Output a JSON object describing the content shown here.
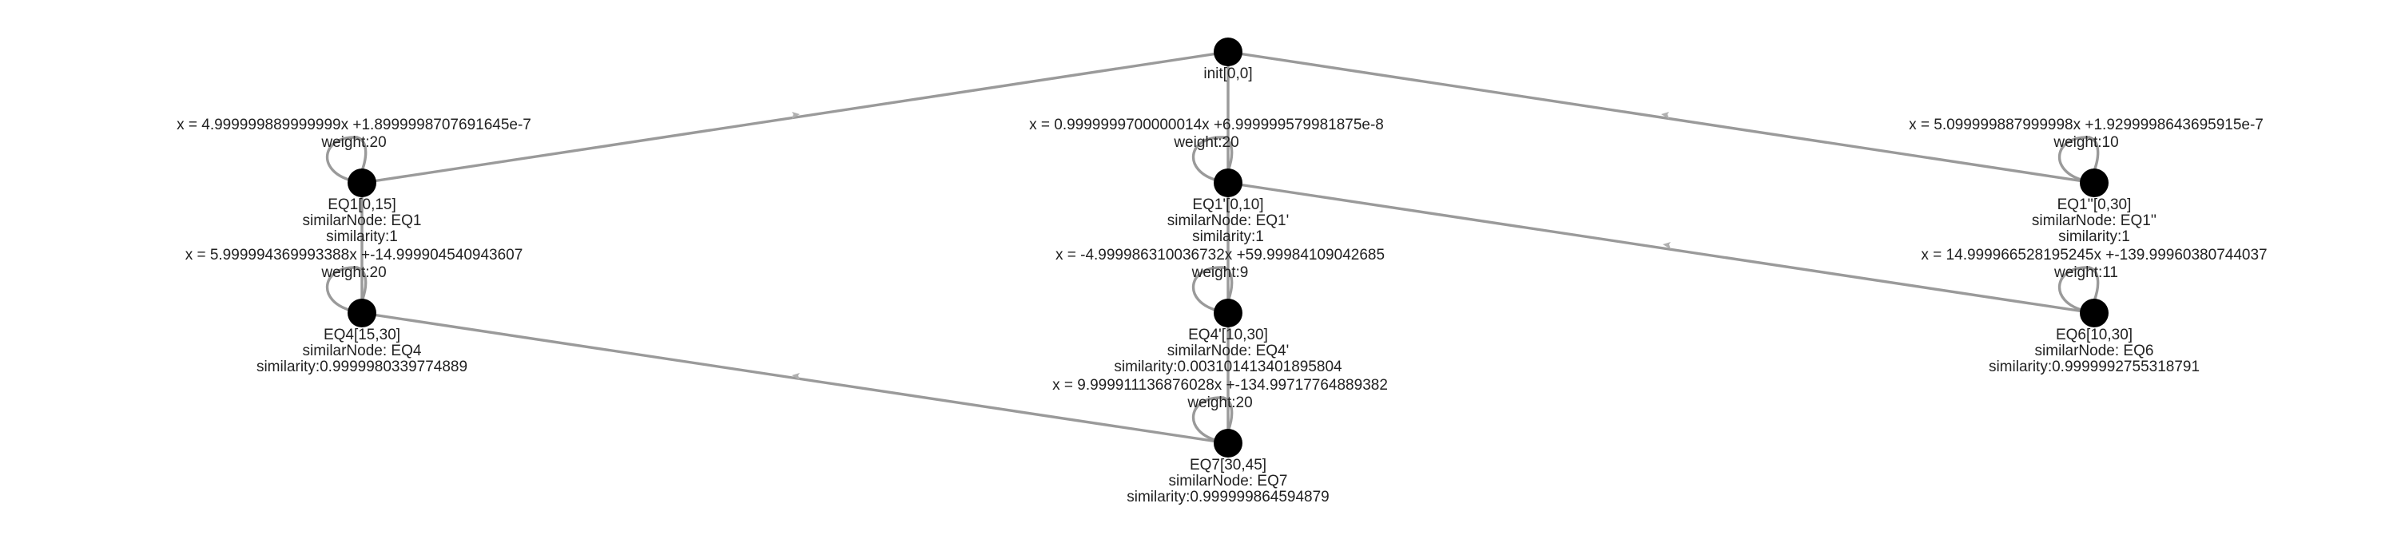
{
  "nodes": {
    "init": {
      "label": "init[0,0]"
    },
    "eq1": {
      "label": "EQ1[0,15]",
      "similar": "similarNode: EQ1",
      "similarity": "similarity:1",
      "equation": "x = 4.999999889999999x +1.8999998707691645e-7",
      "weight": "weight:20"
    },
    "eq1p": {
      "label": "EQ1'[0,10]",
      "similar": "similarNode: EQ1'",
      "similarity": "similarity:1",
      "equation": "x = 0.9999999700000014x +6.999999579981875e-8",
      "weight": "weight:20"
    },
    "eq1pp": {
      "label": "EQ1''[0,30]",
      "similar": "similarNode: EQ1''",
      "similarity": "similarity:1",
      "equation": "x = 5.099999887999998x +1.9299998643695915e-7",
      "weight": "weight:10"
    },
    "eq4": {
      "label": "EQ4[15,30]",
      "similar": "similarNode: EQ4",
      "similarity": "similarity:0.9999980339774889",
      "equation": "x = 5.999994369993388x +-14.999904540943607",
      "weight": "weight:20"
    },
    "eq4p": {
      "label": "EQ4'[10,30]",
      "similar": "similarNode: EQ4'",
      "similarity": "similarity:0.003101413401895804",
      "equation": "x = -4.999986310036732x +59.99984109042685",
      "weight": "weight:9"
    },
    "eq6": {
      "label": "EQ6[10,30]",
      "similar": "similarNode: EQ6",
      "similarity": "similarity:0.9999992755318791",
      "equation": "x = 14.999966528195245x +-139.99960380744037",
      "weight": "weight:11"
    },
    "eq7": {
      "label": "EQ7[30,45]",
      "similar": "similarNode: EQ7",
      "similarity": "similarity:0.999999864594879",
      "equation": "x = 9.999911136876028x +-134.99717764889382",
      "weight": "weight:20"
    }
  },
  "colors": {
    "node": "#000000",
    "edge": "#9a9a9a",
    "text": "#222222"
  }
}
